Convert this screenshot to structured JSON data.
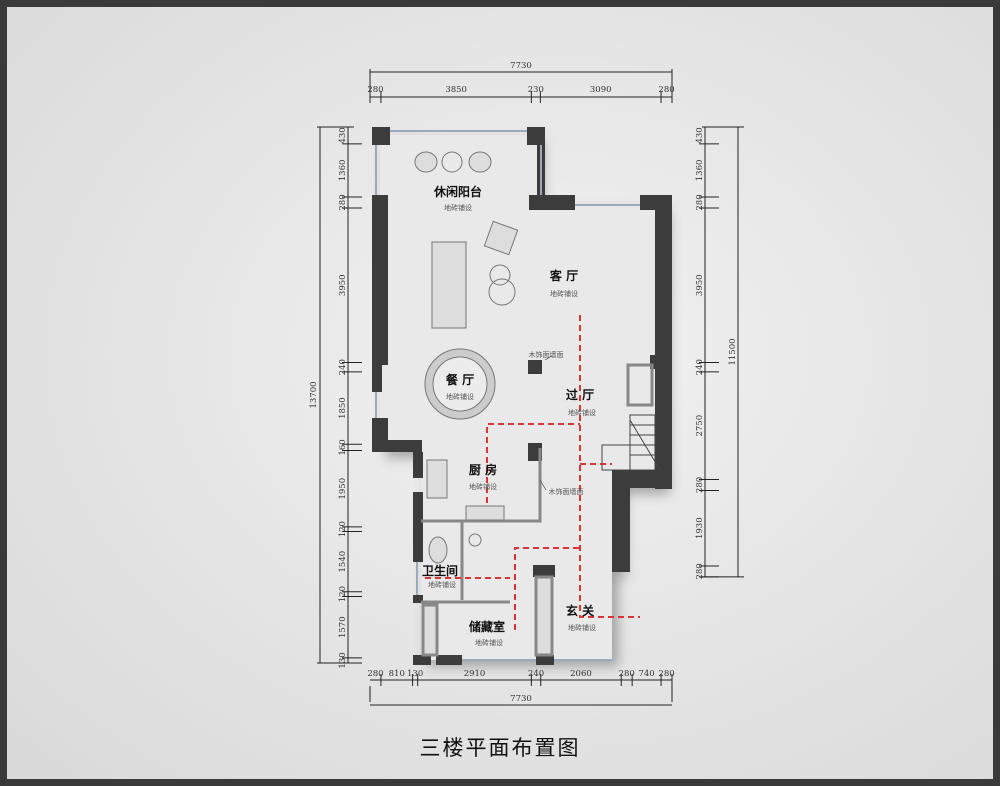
{
  "title": "三楼平面布置图",
  "dimensions": {
    "top_total": "7730",
    "top_segments": [
      280,
      3850,
      230,
      3090,
      280
    ],
    "bottom_total": "7730",
    "bottom_segments": [
      280,
      810,
      130,
      2910,
      240,
      2060,
      280,
      740,
      280
    ],
    "left_total": "13700",
    "left_segments": [
      430,
      1360,
      280,
      3950,
      240,
      1850,
      160,
      1950,
      120,
      1540,
      120,
      1570,
      130
    ],
    "right_total": "11500",
    "right_segments": [
      430,
      1360,
      280,
      3950,
      240,
      2750,
      280,
      1930,
      280
    ]
  },
  "rooms": {
    "balcony": {
      "name": "休闲阳台",
      "floor": "地砖铺设"
    },
    "living": {
      "name": "客 厅",
      "floor": "地砖铺设"
    },
    "dining": {
      "name": "餐 厅",
      "floor": "地砖铺设"
    },
    "hall": {
      "name": "过 厅",
      "floor": "地砖铺设"
    },
    "kitchen": {
      "name": "厨 房",
      "floor": "地砖铺设"
    },
    "bathroom": {
      "name": "卫生间",
      "floor": "地砖铺设"
    },
    "storage": {
      "name": "储藏室",
      "floor": "地砖铺设"
    },
    "entrance": {
      "name": "玄 关",
      "floor": "地砖铺设"
    }
  },
  "annotations": {
    "wood_wall_1": "木饰面墙面",
    "wood_wall_2": "木饰面墙面"
  }
}
